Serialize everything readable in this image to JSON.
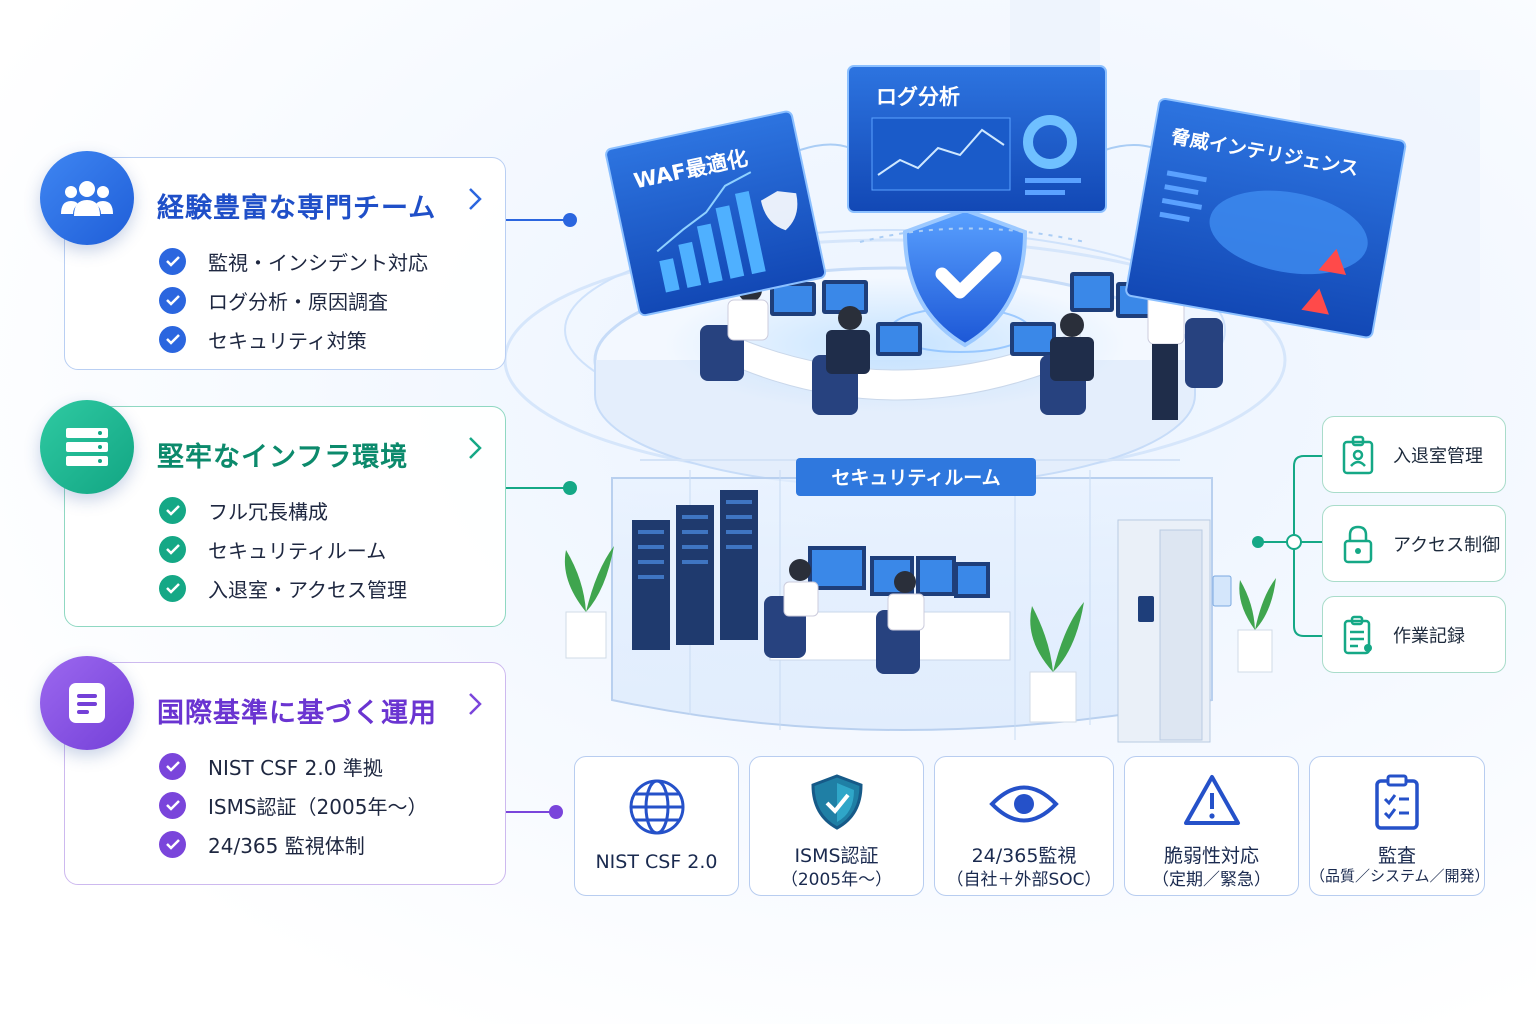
{
  "features": [
    {
      "title": "経験豊富な専門チーム",
      "items": [
        "監視・インシデント対応",
        "ログ分析・原因調査",
        "セキュリティ対策"
      ]
    },
    {
      "title": "堅牢なインフラ環境",
      "items": [
        "フル冗長構成",
        "セキュリティルーム",
        "入退室・アクセス管理"
      ]
    },
    {
      "title": "国際基準に基づく運用",
      "items": [
        "NIST CSF 2.0 準拠",
        "ISMS認証（2005年〜）",
        "24/365 監視体制"
      ]
    }
  ],
  "screens": {
    "waf": "WAF最適化",
    "log": "ログ分析",
    "threat": "脅威インテリジェンス"
  },
  "room_label": "セキュリティルーム",
  "access": [
    "入退室管理",
    "アクセス制御",
    "作業記録"
  ],
  "standards": [
    {
      "line1": "NIST CSF 2.0",
      "line2": ""
    },
    {
      "line1": "ISMS認証",
      "line2": "（2005年〜）"
    },
    {
      "line1": "24/365監視",
      "line2": "（自社＋外部SOC）"
    },
    {
      "line1": "脆弱性対応",
      "line2": "（定期／緊急）"
    },
    {
      "line1": "監査",
      "line2": "（品質／システム／開発）"
    }
  ],
  "colors": {
    "blue": "#2b66df",
    "green": "#15a886",
    "purple": "#7a45db"
  }
}
